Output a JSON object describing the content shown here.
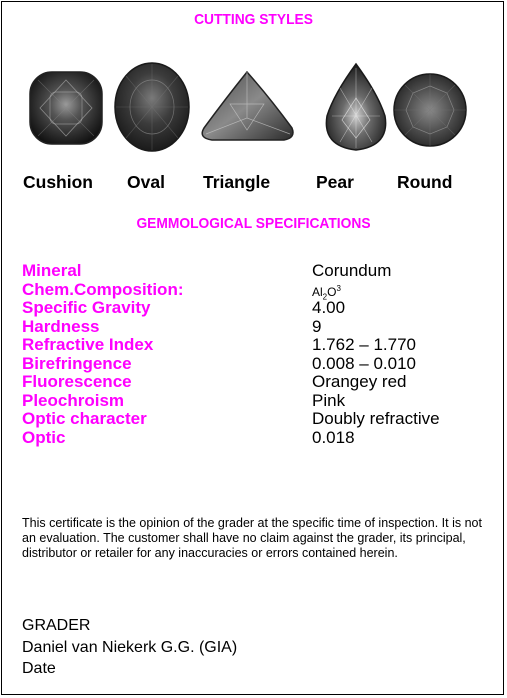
{
  "cutting_styles": {
    "title": "CUTTING STYLES",
    "styles": [
      {
        "label": "Cushion"
      },
      {
        "label": "Oval"
      },
      {
        "label": "Triangle"
      },
      {
        "label": "Pear"
      },
      {
        "label": "Round"
      }
    ]
  },
  "specifications": {
    "title": "GEMMOLOGICAL SPECIFICATIONS",
    "rows": [
      {
        "key": "Mineral",
        "value": "Corundum"
      },
      {
        "key": "Chem.Composition:",
        "value": "Al",
        "sub": "2",
        "mid": "O",
        "sup": "3"
      },
      {
        "key": "Specific Gravity",
        "value": "4.00"
      },
      {
        "key": "Hardness",
        "value": "9"
      },
      {
        "key": "Refractive Index",
        "value": "1.762 – 1.770"
      },
      {
        "key": "Birefringence",
        "value": "0.008 – 0.010"
      },
      {
        "key": "Fluorescence",
        "value": "Orangey red"
      },
      {
        "key": "Pleochroism",
        "value": "Pink"
      },
      {
        "key": "Optic character",
        "value": "Doubly refractive"
      },
      {
        "key": "Optic",
        "value": "0.018"
      }
    ]
  },
  "disclaimer": "This certificate is the opinion of the grader at the specific time of inspection. It is not an evaluation. The customer shall have no claim against the grader, its principal, distributor or retailer for any inaccuracies or errors contained herein.",
  "grader": {
    "heading": "GRADER",
    "name": "Daniel van Niekerk G.G. (GIA)",
    "date_label": "Date"
  },
  "colors": {
    "accent": "#ff00ff",
    "text": "#000000"
  }
}
